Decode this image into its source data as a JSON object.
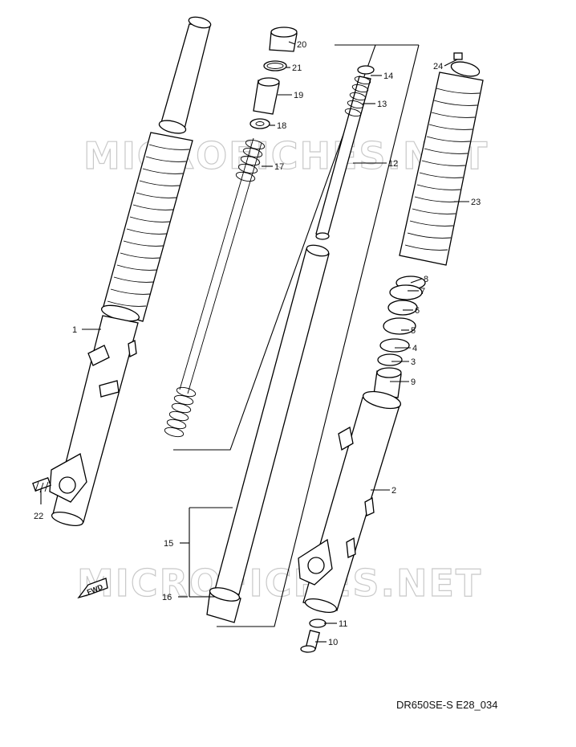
{
  "diagram": {
    "code": "DR650SE-S E28_034",
    "watermark_top": "MICROFICHES.NET",
    "watermark_bottom": "MICROFICHES.NET",
    "fwd_label": "FWD",
    "callouts": [
      "1",
      "2",
      "3",
      "4",
      "5",
      "6",
      "7",
      "8",
      "9",
      "10",
      "11",
      "12",
      "13",
      "14",
      "15",
      "16",
      "17",
      "18",
      "19",
      "20",
      "21",
      "22",
      "23",
      "24"
    ]
  }
}
